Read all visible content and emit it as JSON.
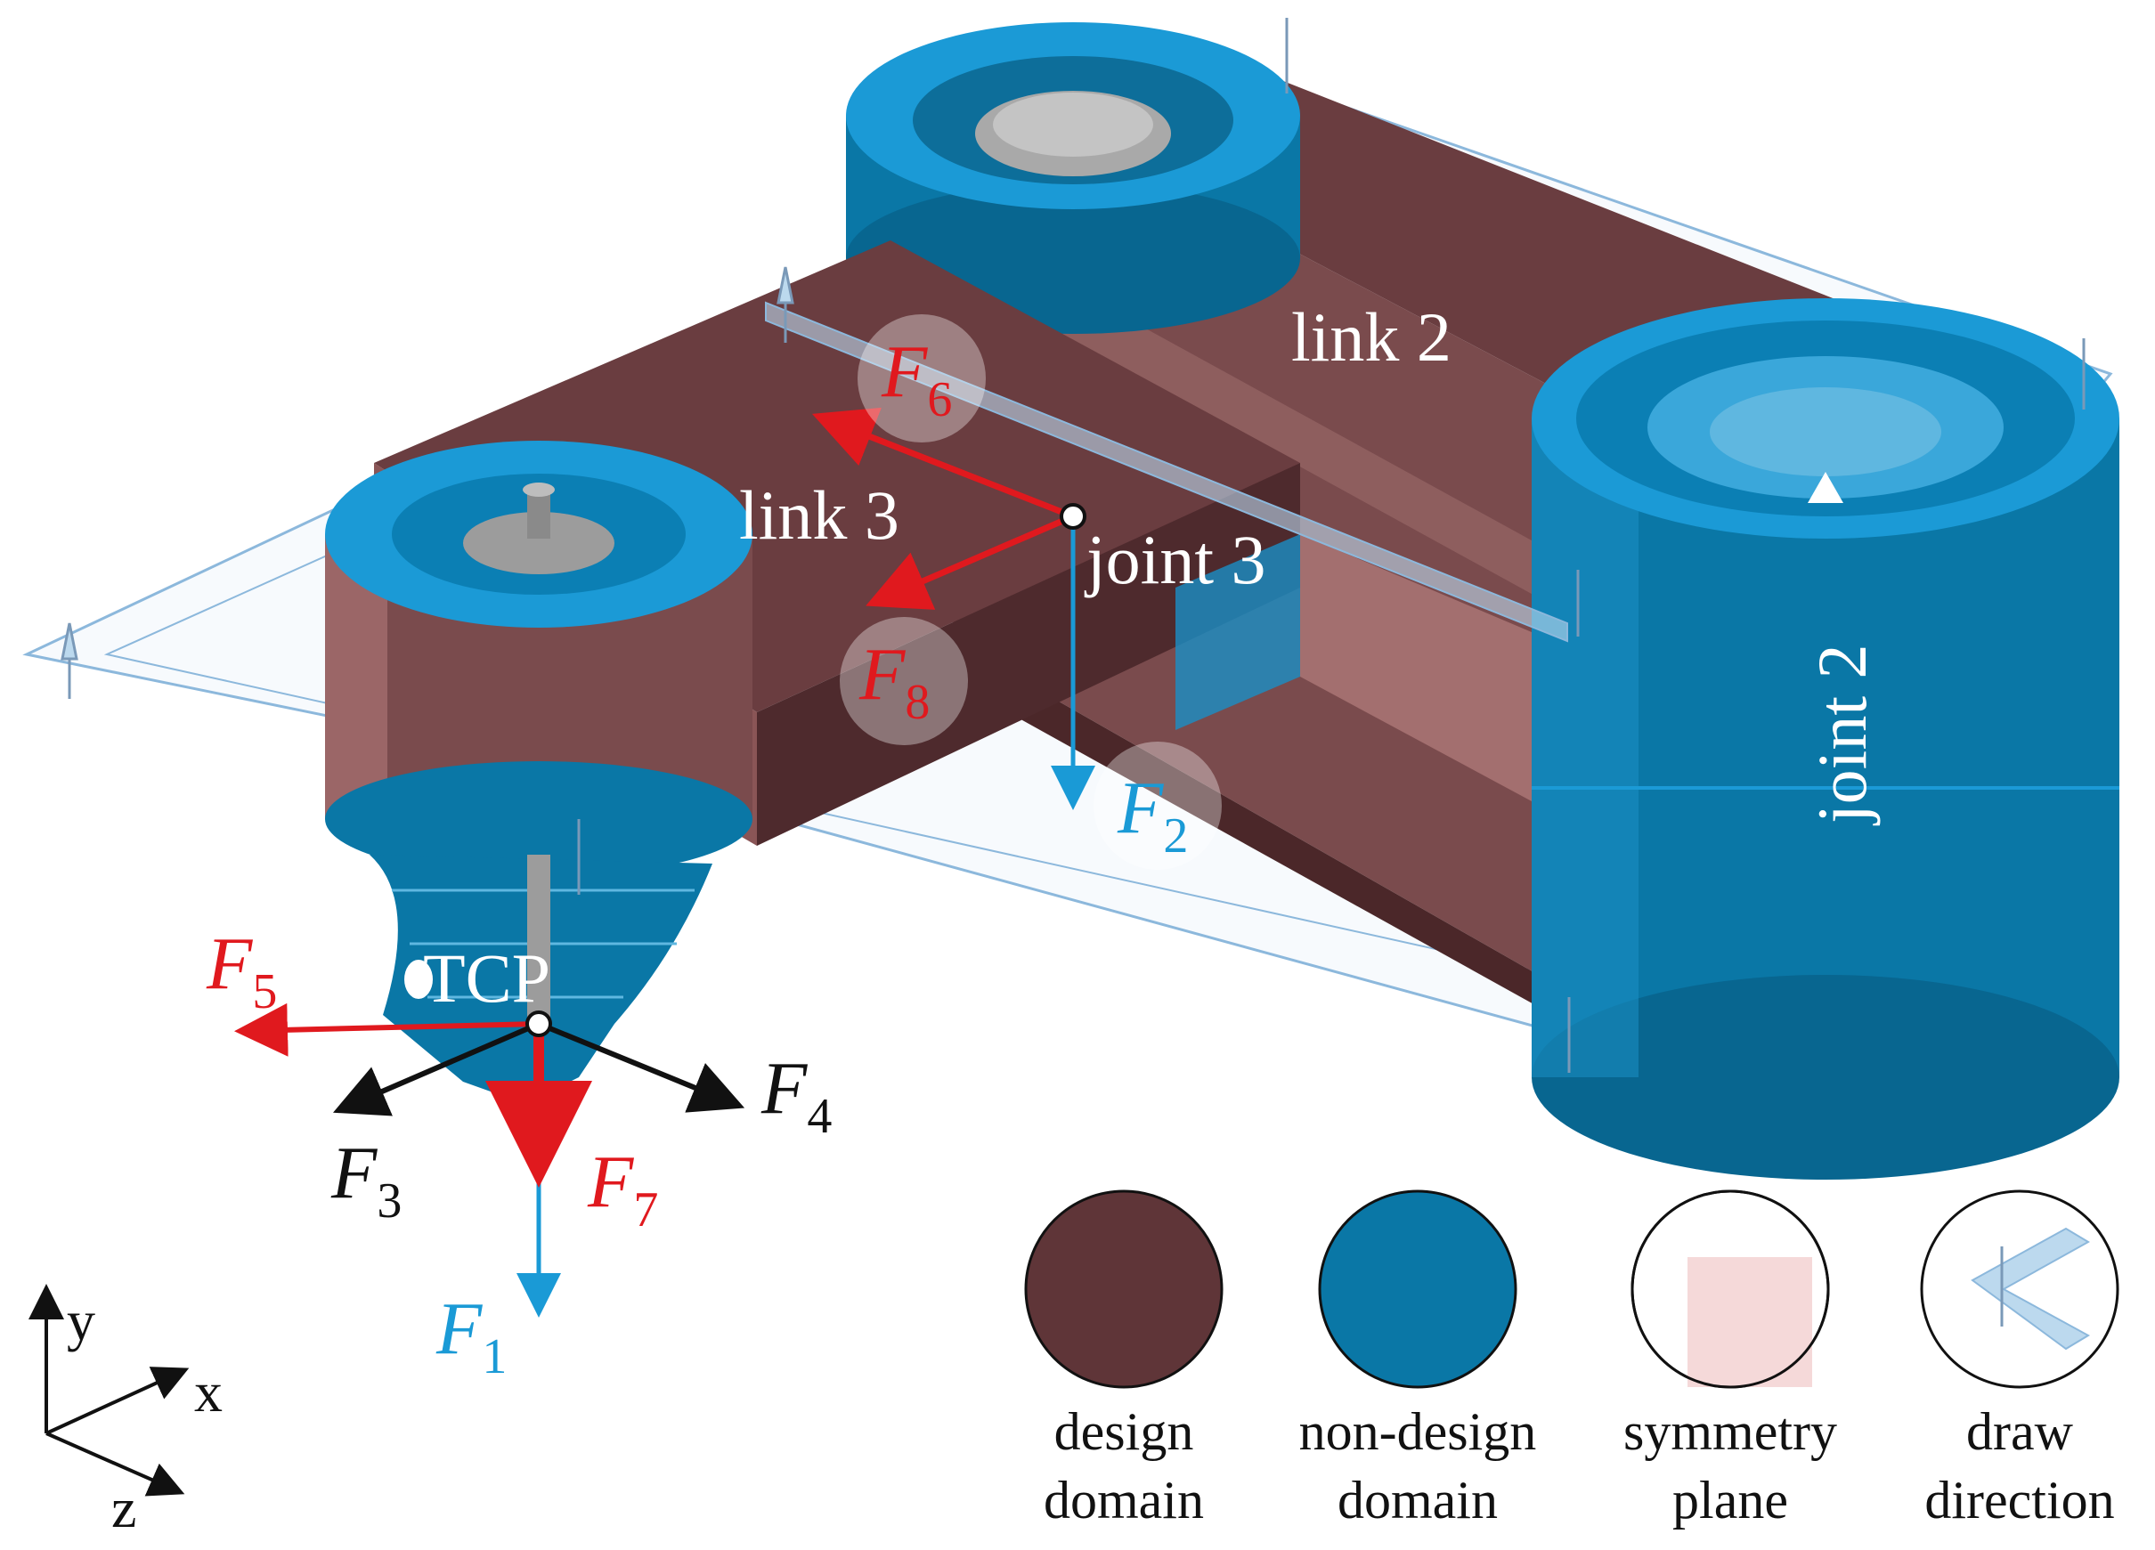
{
  "labels": {
    "link2": "link 2",
    "link3": "link 3",
    "joint2": "joint 2",
    "joint3": "joint 3",
    "tcp": "TCP"
  },
  "forces": [
    {
      "id": "F1",
      "letter": "F",
      "sub": "1",
      "color": "#1a9ad6"
    },
    {
      "id": "F2",
      "letter": "F",
      "sub": "2",
      "color": "#1a9ad6"
    },
    {
      "id": "F3",
      "letter": "F",
      "sub": "3",
      "color": "#111111"
    },
    {
      "id": "F4",
      "letter": "F",
      "sub": "4",
      "color": "#111111"
    },
    {
      "id": "F5",
      "letter": "F",
      "sub": "5",
      "color": "#e0191e"
    },
    {
      "id": "F6",
      "letter": "F",
      "sub": "6",
      "color": "#e0191e"
    },
    {
      "id": "F7",
      "letter": "F",
      "sub": "7",
      "color": "#e0191e"
    },
    {
      "id": "F8",
      "letter": "F",
      "sub": "8",
      "color": "#e0191e"
    }
  ],
  "axes": {
    "x": "x",
    "y": "y",
    "z": "z"
  },
  "legend": [
    {
      "line1": "design",
      "line2": "domain",
      "color": "#5f3538"
    },
    {
      "line1": "non-design",
      "line2": "domain",
      "color": "#0a77a6"
    },
    {
      "line1": "symmetry",
      "line2": "plane",
      "color": "#f5d9d9"
    },
    {
      "line1": "draw",
      "line2": "direction",
      "color": "#bcd9ee"
    }
  ],
  "colors": {
    "design": "#5f3538",
    "design_light": "#8a5556",
    "non_design": "#0a77a6",
    "non_design_light": "#1b9ad6",
    "plane": "#bcd9ee",
    "red": "#e0191e",
    "blue": "#1a9ad6",
    "black": "#111111"
  }
}
